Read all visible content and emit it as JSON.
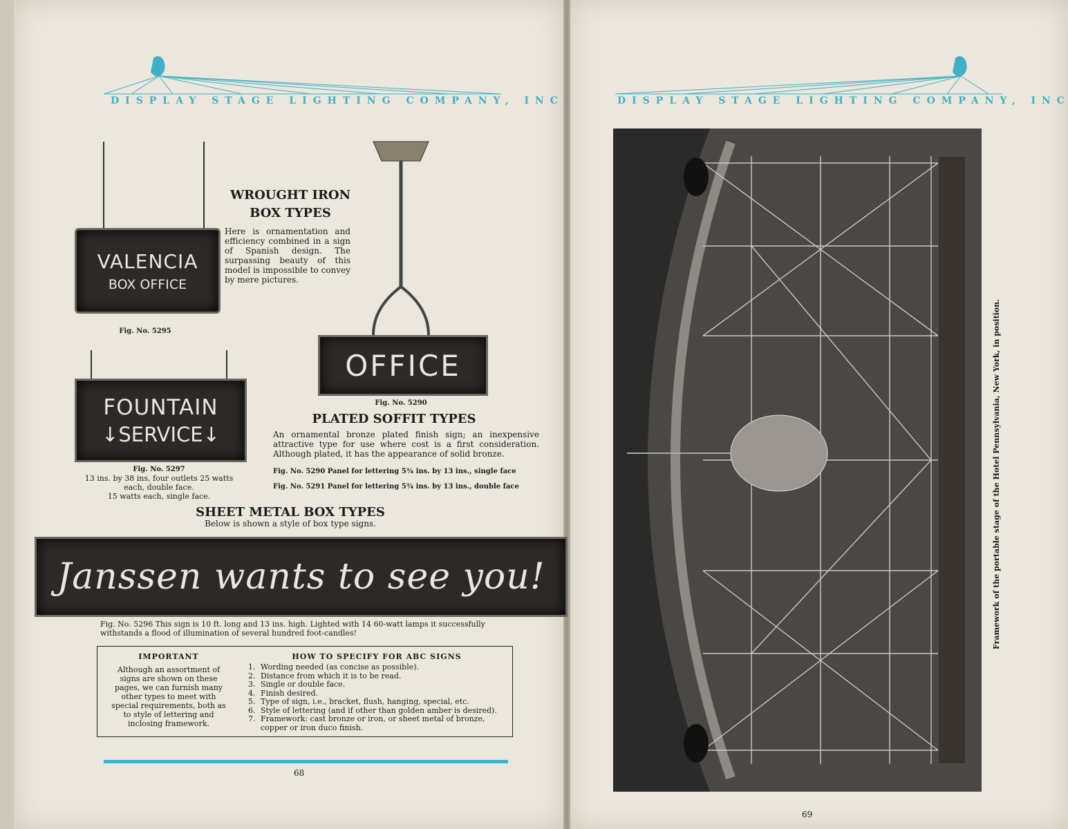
{
  "header": {
    "company": "DISPLAY STAGE LIGHTING COMPANY, INC."
  },
  "left": {
    "wrought_iron": {
      "title_line1": "WROUGHT IRON",
      "title_line2": "BOX TYPES",
      "body": "Here is ornamentation and efficiency combined in a sign of Spanish design. The surpassing beauty of this model is impossible to convey by mere pictures."
    },
    "sign_valencia": {
      "line1": "VALENCIA",
      "line2": "BOX OFFICE",
      "caption": "Fig. No. 5295"
    },
    "sign_office": {
      "text": "OFFICE",
      "caption": "Fig. No. 5290"
    },
    "sign_fountain": {
      "line1": "FOUNTAIN",
      "line2": "↓SERVICE↓",
      "caption": "Fig. No. 5297",
      "desc1": "13 ins. by 38 ins, four outlets 25 watts each, double face.",
      "desc2": "15 watts each, single face."
    },
    "plated": {
      "title": "PLATED SOFFIT TYPES",
      "body": "An ornamental bronze plated finish sign; an inexpensive attractive type for use where cost is a first consideration. Although plated, it has the appearance of solid bronze.",
      "spec1": "Fig. No. 5290  Panel for lettering 5¾ ins. by 13 ins., single face",
      "spec2": "Fig. No. 5291  Panel for lettering 5¾ ins. by 13 ins., double face"
    },
    "sheet_metal": {
      "title": "SHEET METAL BOX TYPES",
      "subtitle": "Below is shown a style of box type signs.",
      "sign_text": "Janssen wants to see you!",
      "caption": "Fig. No. 5296  This sign is 10 ft. long and 13 ins. high. Lighted with 14 60-watt lamps it successfully withstands a flood of illumination of several hundred foot-candles!"
    },
    "important": {
      "title": "IMPORTANT",
      "body": "Although an assortment of signs are shown on these pages, we can furnish many other types to meet with special requirements, both as to style of lettering and inclosing framework."
    },
    "how_to": {
      "title": "HOW TO SPECIFY FOR ABC SIGNS",
      "items": [
        "Wording needed (as concise as possible).",
        "Distance from which it is to be read.",
        "Single or double face.",
        "Finish desired.",
        "Type of sign, i.e., bracket, flush, hanging, special, etc.",
        "Style of lettering (and if other than golden amber is desired).",
        "Framework: cast bronze or iron, or sheet metal of bronze, copper or iron duco finish."
      ]
    },
    "page_number": "68"
  },
  "right": {
    "photo_caption": "Framework of the portable stage of the Hotel Pennsylvania, New York, in position.",
    "page_number": "69"
  },
  "colors": {
    "accent": "#36b6d3",
    "paper": "#ece7dc",
    "ink": "#1b1b1b"
  }
}
